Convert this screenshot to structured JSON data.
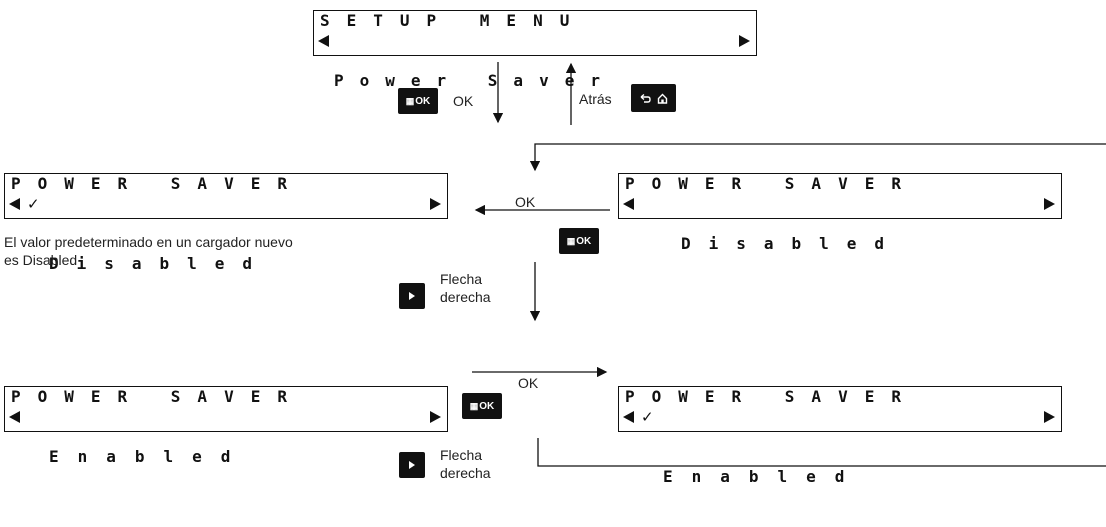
{
  "setup_menu": {
    "line1": "SETUP MENU",
    "line2": "Power Saver"
  },
  "screen_disabled_default": {
    "line1": "POWER SAVER",
    "check": "✓",
    "line2": "Disabled"
  },
  "screen_disabled": {
    "line1": "POWER SAVER",
    "line2": "Disabled"
  },
  "screen_enabled": {
    "line1": "POWER SAVER",
    "line2": "Enabled"
  },
  "screen_enabled_checked": {
    "line1": "POWER SAVER",
    "check": "✓",
    "line2": "Enabled"
  },
  "buttons": {
    "ok": "OK",
    "grid_glyph": "▦"
  },
  "labels": {
    "ok_down": "OK",
    "atras": "Atrás",
    "ok_left": "OK",
    "default_note_line1": "El valor predeterminado en un cargador nuevo",
    "default_note_line2": "es Disabled",
    "flecha1_line1": "Flecha",
    "flecha1_line2": "derecha",
    "ok_right": "OK",
    "flecha2_line1": "Flecha",
    "flecha2_line2": "derecha"
  },
  "icons": [
    "left-triangle-icon",
    "right-triangle-icon",
    "checkmark-icon",
    "grid-ok-icon",
    "back-arrow-icon",
    "home-icon",
    "play-arrow-icon"
  ]
}
